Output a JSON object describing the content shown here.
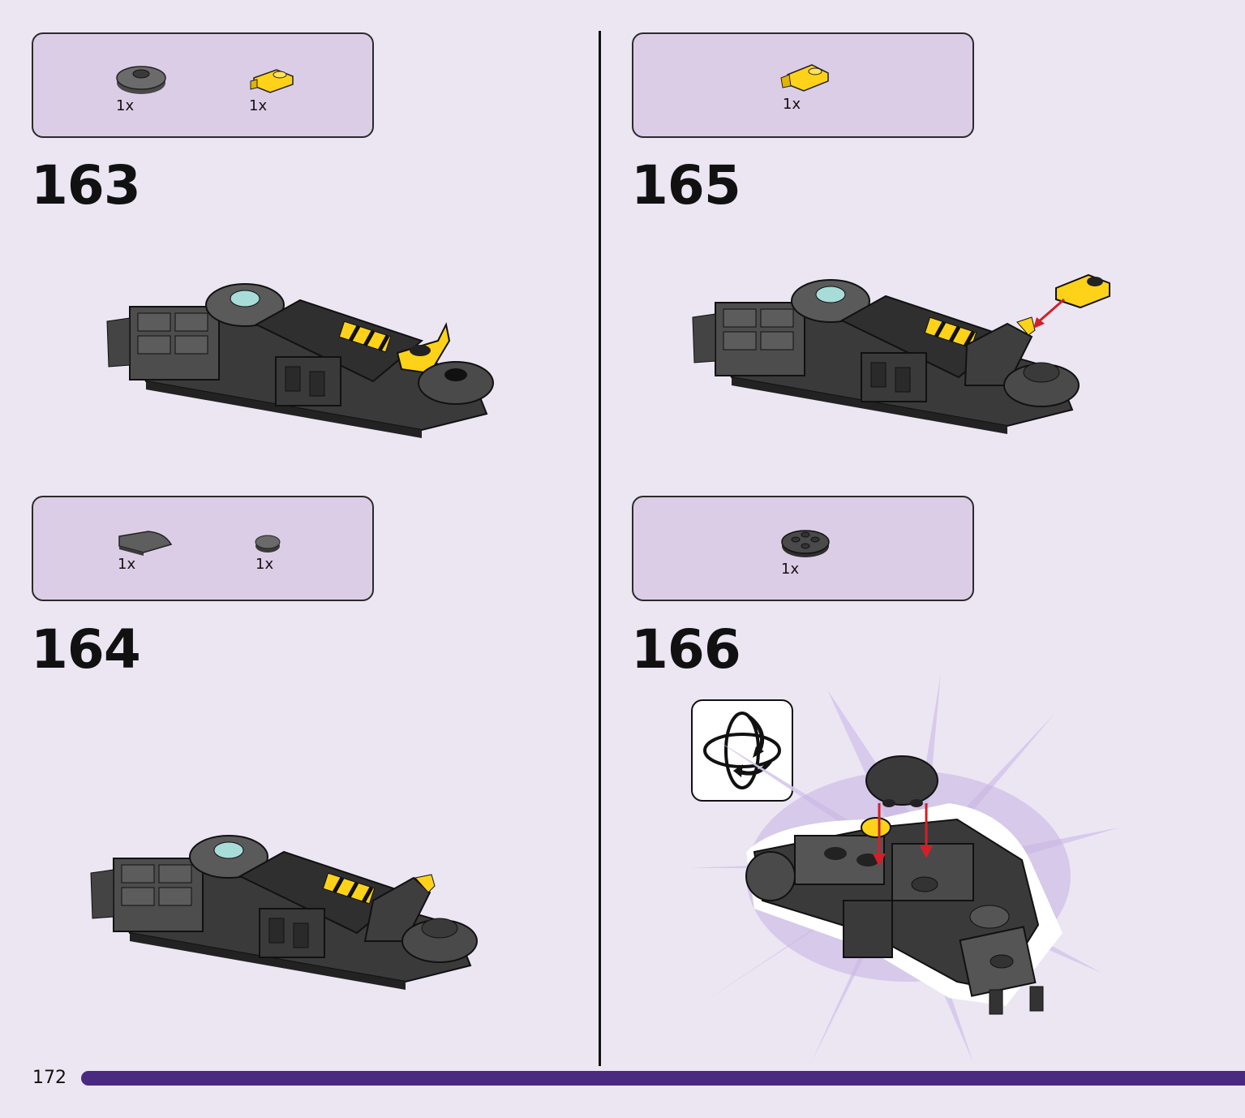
{
  "page": {
    "number": "172"
  },
  "steps": [
    {
      "number": "163",
      "parts": [
        {
          "qty": "1x",
          "icon": "dark-gray-round-tile-icon"
        },
        {
          "qty": "1x",
          "icon": "yellow-clip-plate-icon"
        }
      ]
    },
    {
      "number": "164",
      "parts": [
        {
          "qty": "1x",
          "icon": "dark-gray-curved-slope-icon"
        },
        {
          "qty": "1x",
          "icon": "dark-gray-round-tile-1x1-icon"
        }
      ]
    },
    {
      "number": "165",
      "parts": [
        {
          "qty": "1x",
          "icon": "yellow-clip-plate-icon"
        }
      ]
    },
    {
      "number": "166",
      "parts": [
        {
          "qty": "1x",
          "icon": "dark-gray-round-plate-icon"
        }
      ]
    }
  ],
  "colors": {
    "background": "#ece6f3",
    "parts_box": "#dccde6",
    "progress_bar": "#4a2a80",
    "accent_yellow": "#ffd21a",
    "arrow_red": "#d2202a"
  }
}
